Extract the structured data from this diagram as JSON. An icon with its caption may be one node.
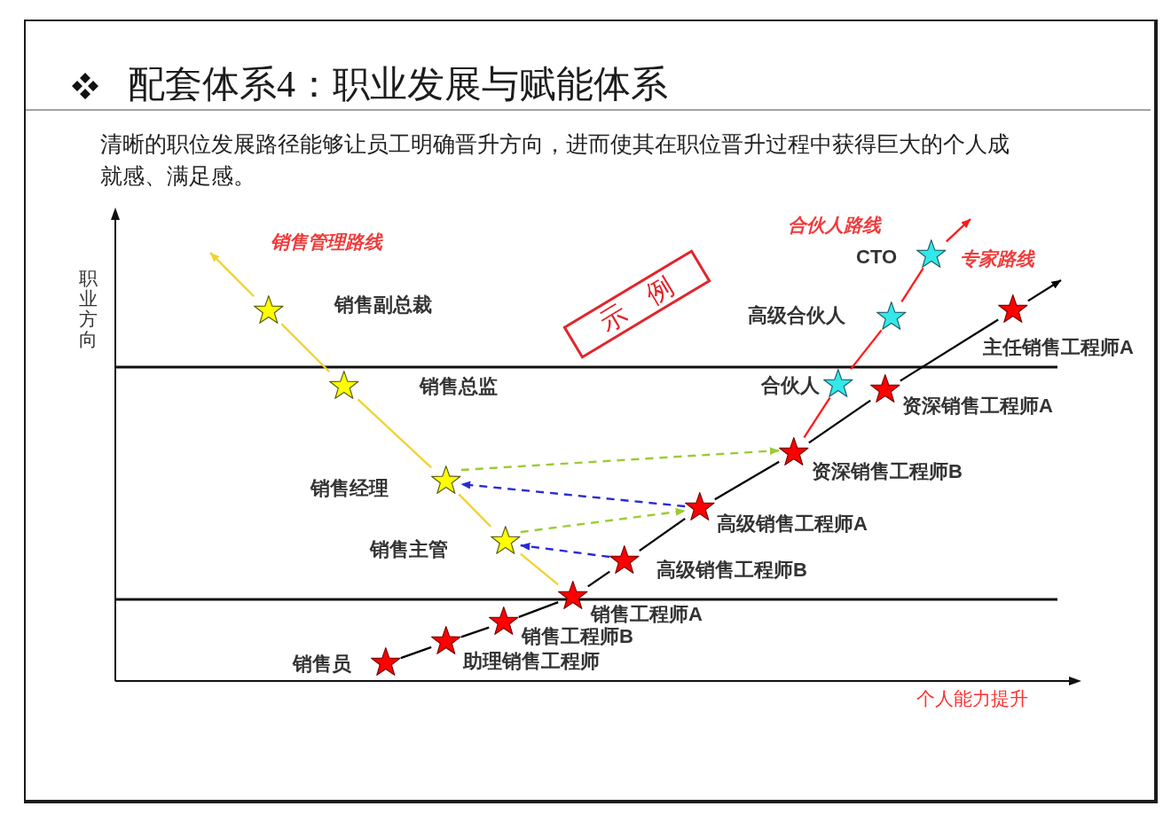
{
  "diagram": {
    "title": "配套体系4：职业发展与赋能体系",
    "nodes": [
      {
        "text": [],
        "shape": "star",
        "beside": [
          "CTO"
        ]
      },
      {
        "text": [
          "示 例"
        ]
      },
      {
        "text": [],
        "shape": "star",
        "beside": [
          "销售副总裁"
        ]
      },
      {
        "text": [],
        "shape": "star",
        "beside": [
          "高级合伙人"
        ]
      },
      {
        "text": [],
        "shape": "star",
        "beside": [
          "主任销售工程师A"
        ]
      },
      {
        "text": [],
        "shape": "star",
        "beside": [
          "销售总监"
        ]
      },
      {
        "text": [],
        "shape": "star",
        "beside": [
          "合伙人"
        ]
      },
      {
        "text": [],
        "shape": "star",
        "beside": [
          "资深销售工程师A"
        ]
      },
      {
        "text": [],
        "shape": "star",
        "beside": [
          "资深销售工程师B"
        ]
      },
      {
        "text": [],
        "shape": "star",
        "beside": [
          "销售经理"
        ]
      },
      {
        "text": [],
        "shape": "star",
        "beside": [
          "高级销售工程师A"
        ]
      },
      {
        "text": [],
        "shape": "star",
        "beside": [
          "销售主管"
        ]
      },
      {
        "text": [],
        "shape": "star",
        "beside": [
          "高级销售工程师B"
        ]
      },
      {
        "text": [],
        "shape": "star",
        "beside": [
          "销售工程师A"
        ]
      },
      {
        "text": [],
        "shape": "star",
        "beside": [
          "销售工程师B"
        ]
      },
      {
        "text": [],
        "shape": "star",
        "beside": [
          "助理销售工程师"
        ]
      },
      {
        "text": [],
        "shape": "star",
        "beside": [
          "销售员"
        ]
      }
    ],
    "edges": [
      {
        "from": 16,
        "to": 15,
        "arrow": "none"
      },
      {
        "from": 15,
        "to": 14,
        "arrow": "none"
      },
      {
        "from": 14,
        "to": 13,
        "arrow": "none"
      },
      {
        "from": 13,
        "to": 12,
        "arrow": "none"
      },
      {
        "from": 12,
        "to": 10,
        "arrow": "none"
      },
      {
        "from": 10,
        "to": 8,
        "arrow": "none"
      },
      {
        "from": 8,
        "to": 7,
        "arrow": "none"
      },
      {
        "from": 7,
        "to": 4,
        "arrow": "none"
      },
      {
        "from": 4,
        "to": null,
        "arrow": "to"
      },
      {
        "from": 13,
        "to": 11,
        "arrow": "none",
        "color": "#f2d230"
      },
      {
        "from": 11,
        "to": 9,
        "arrow": "none",
        "color": "#f2d230"
      },
      {
        "from": 9,
        "to": 5,
        "arrow": "none",
        "color": "#f2d230"
      },
      {
        "from": 5,
        "to": 2,
        "arrow": "none",
        "color": "#f2d230"
      },
      {
        "from": 2,
        "to": null,
        "arrow": "to",
        "color": "#f2d230"
      },
      {
        "from": 8,
        "to": 6,
        "arrow": "none",
        "color": "#ff1a1a"
      },
      {
        "from": 6,
        "to": 3,
        "arrow": "none",
        "color": "#ff1a1a"
      },
      {
        "from": 3,
        "to": 0,
        "arrow": "none",
        "color": "#ff1a1a"
      },
      {
        "from": 0,
        "to": null,
        "arrow": "to",
        "color": "#ff1a1a"
      },
      {
        "from": 9,
        "to": 8,
        "arrow": "to",
        "style": "dashed",
        "color": "#99cc33"
      },
      {
        "from": 10,
        "to": 9,
        "arrow": "to",
        "style": "dashed",
        "color": "#2a2ad8"
      },
      {
        "from": 11,
        "to": 10,
        "arrow": "to",
        "style": "dashed",
        "color": "#99cc33"
      },
      {
        "from": 12,
        "to": 11,
        "arrow": "to",
        "style": "dashed",
        "color": "#2a2ad8"
      }
    ],
    "labels": [
      "清晰的职位发展路径能够让员工明确晋升方向，进而使其在职位晋升过程中获得巨大的个人成就感、满足感。",
      "合伙人路线",
      "销售管理路线",
      "专家路线",
      "职业方向",
      "个人能力提升"
    ]
  }
}
